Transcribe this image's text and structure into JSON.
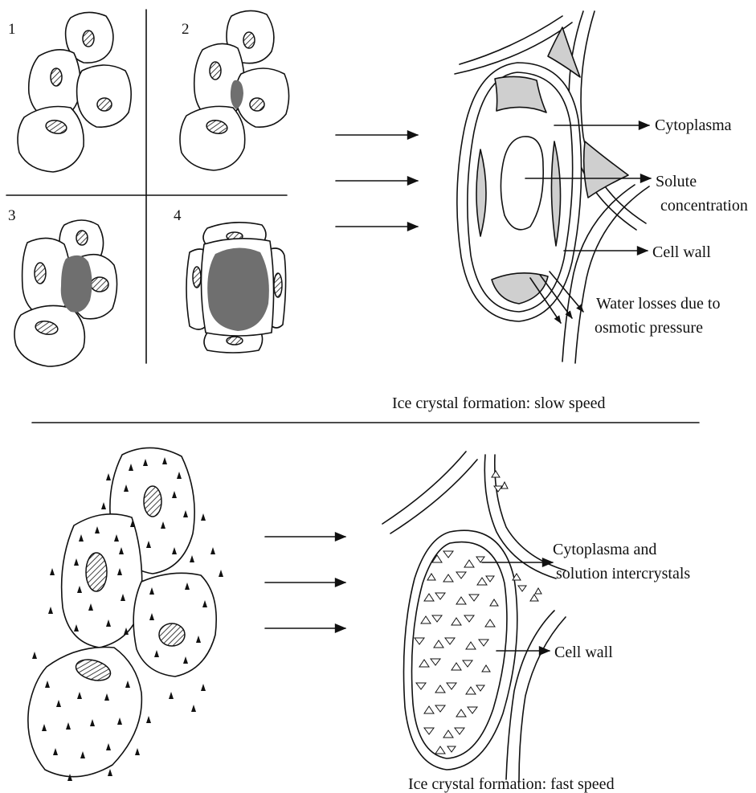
{
  "panel_numbers": [
    "1",
    "2",
    "3",
    "4"
  ],
  "slow": {
    "labels": {
      "cytoplasma": "Cytoplasma",
      "solute_line1": "Solute",
      "solute_line2": "concentration",
      "cell_wall": "Cell wall",
      "water_line1": "Water losses due to",
      "water_line2": "osmotic pressure"
    },
    "caption": "Ice crystal formation: slow speed"
  },
  "fast": {
    "labels": {
      "cyto_line1": "Cytoplasma and",
      "cyto_line2": "solution intercrystals",
      "cell_wall": "Cell wall"
    },
    "caption": "Ice crystal formation: fast speed"
  },
  "colors": {
    "ink": "#111111",
    "ice_crystal": "#6f6f6f",
    "cytoplasm_fill": "#cfcfcf",
    "background": "#ffffff"
  }
}
